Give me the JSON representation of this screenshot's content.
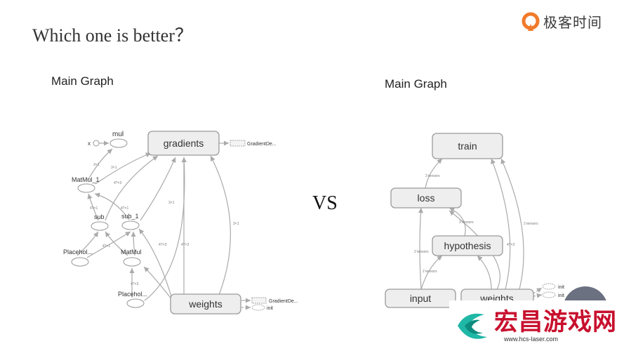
{
  "slide": {
    "title": "Which one is better？",
    "vs_label": "VS"
  },
  "logo": {
    "text": "极客时间",
    "accent": "#f07b2b"
  },
  "left_graph": {
    "title": "Main Graph",
    "nodes": {
      "gradients": "gradients",
      "weights": "weights",
      "mul": "mul",
      "x": "x",
      "matmul_1": "MatMul_1",
      "sub": "sub",
      "sub_1": "sub_1",
      "placeholder_a": "Placehol...",
      "matmul": "MatMul",
      "placeholder_b": "Placehol...",
      "gradient_desc_top": "GradientDe...",
      "gradient_desc_bottom": "GradientDe...",
      "init": "init"
    },
    "edge_labels": [
      "3×1",
      "3×1",
      "4?×3",
      "4?×1",
      "4?×1",
      "4?×1",
      "4?×3",
      "3×1",
      "4?×3",
      "3×1",
      "4?×3"
    ]
  },
  "right_graph": {
    "title": "Main Graph",
    "nodes": {
      "train": "train",
      "loss": "loss",
      "hypothesis": "hypothesis",
      "input": "input",
      "weights": "weights",
      "init_a": "init",
      "init_b": "init"
    },
    "edge_labels": [
      "3 tensors",
      "2 tensors",
      "3 tensors",
      "2 tensors",
      "4?×3",
      "2 tensors"
    ]
  },
  "watermark": {
    "text": "宏昌游戏网",
    "url": "www.hcs-laser.com",
    "color": "#c8102e",
    "teal": "#1fb7a6"
  },
  "colors": {
    "node_fill": "#eeeeee",
    "node_stroke": "#9a9a9a",
    "edge": "#aaaaaa"
  }
}
